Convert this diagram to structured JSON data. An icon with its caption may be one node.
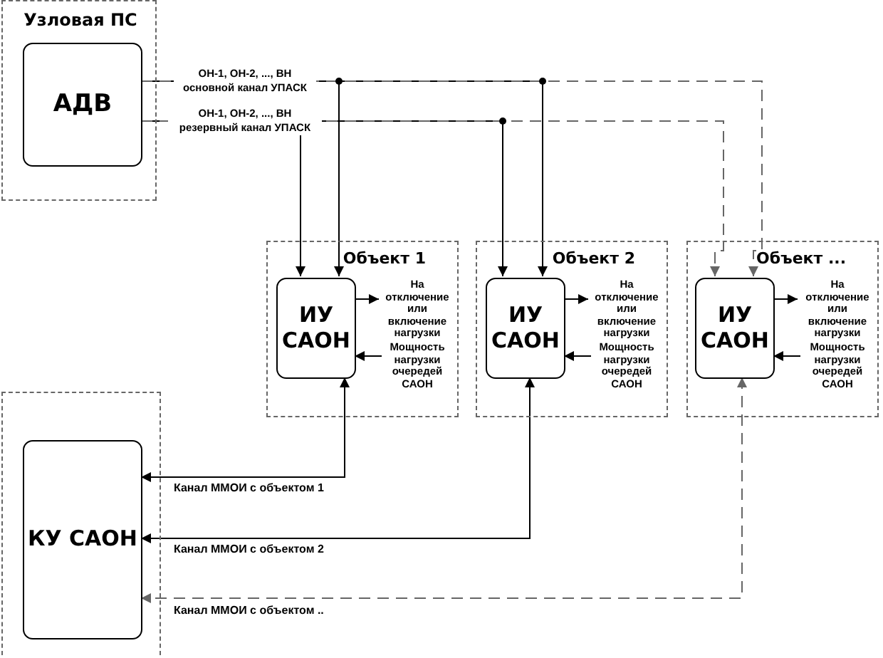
{
  "diagram": {
    "nodes": [
      {
        "text": [
          "Узловая ПС"
        ]
      },
      {
        "text": [
          "АДВ"
        ],
        "in": 0
      },
      {
        "text": [
          "Объект 1",
          "На отключение или включение нагрузки",
          "Мощность нагрузки очередей САОН"
        ]
      },
      {
        "text": [
          "ИУ САОН"
        ],
        "in": 2
      },
      {
        "text": [
          "Объект 2",
          "На отключение или включение нагрузки",
          "Мощность нагрузки очередей САОН"
        ]
      },
      {
        "text": [
          "ИУ САОН"
        ],
        "in": 4
      },
      {
        "text": [
          "Объект ...",
          "На отключение или включение нагрузки",
          "Мощность нагрузки очередей САОН"
        ]
      },
      {
        "text": [
          "ИУ САОН"
        ],
        "in": 6
      },
      {
        "text": [],
        "shape": "box"
      },
      {
        "text": [
          "КУ САОН"
        ],
        "in": 8
      }
    ],
    "edges": [
      {
        "from": 1,
        "to": 3,
        "arrow": "to",
        "label": "ОН-1, ОН-2, ..., ВН основной канал УПАСК"
      },
      {
        "from": 1,
        "to": 5,
        "arrow": "to"
      },
      {
        "from": 1,
        "to": 7,
        "arrow": "to",
        "style": "dashed",
        "color": "#666666"
      },
      {
        "from": 1,
        "to": 3,
        "arrow": "to",
        "label": "ОН-1, ОН-2, ..., ВН резервный канал УПАСК"
      },
      {
        "from": 1,
        "to": 5,
        "arrow": "to"
      },
      {
        "from": 1,
        "to": 7,
        "arrow": "to",
        "style": "dashed",
        "color": "#666666"
      },
      {
        "from": 3,
        "to": null,
        "arrow": "to"
      },
      {
        "from": 5,
        "to": null,
        "arrow": "to"
      },
      {
        "from": 7,
        "to": null,
        "arrow": "to"
      },
      {
        "from": null,
        "to": 3,
        "arrow": "to"
      },
      {
        "from": null,
        "to": 5,
        "arrow": "to"
      },
      {
        "from": null,
        "to": 7,
        "arrow": "to"
      },
      {
        "from": 3,
        "to": 9,
        "arrow": "both",
        "label": "Канал ММОИ с объектом 1"
      },
      {
        "from": 5,
        "to": 9,
        "arrow": "both",
        "label": "Канал ММОИ с объектом 2"
      },
      {
        "from": 7,
        "to": 9,
        "arrow": "both",
        "label": "Канал ММОИ с объектом ..",
        "style": "dashed",
        "color": "#666666"
      }
    ]
  }
}
